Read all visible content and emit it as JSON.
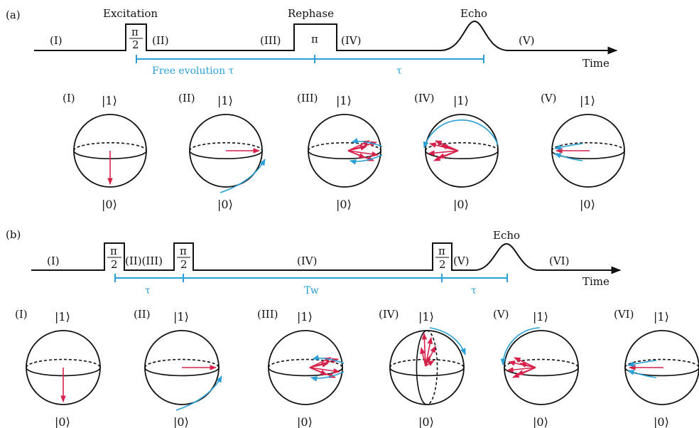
{
  "panel_a": {
    "label": "(a)",
    "pulse_labels": {
      "excitation": "Excitation",
      "rephase": "Rephase",
      "echo": "Echo"
    },
    "pulse_glyphs": {
      "pi_over_2_num": "π",
      "pi_over_2_den": "2",
      "pi": "π"
    },
    "stage_labels": [
      "(I)",
      "(II)",
      "(III)",
      "(IV)",
      "(V)"
    ],
    "time_label": "Time",
    "intervals": [
      "Free evolution τ",
      "τ"
    ],
    "spheres": [
      {
        "label": "(I)",
        "top": "|1⟩",
        "bottom": "|0⟩"
      },
      {
        "label": "(II)",
        "top": "|1⟩",
        "bottom": "|0⟩"
      },
      {
        "label": "(III)",
        "top": "|1⟩",
        "bottom": "|0⟩"
      },
      {
        "label": "(IV)",
        "top": "|1⟩",
        "bottom": "|0⟩"
      },
      {
        "label": "(V)",
        "top": "|1⟩",
        "bottom": "|0⟩"
      }
    ]
  },
  "panel_b": {
    "label": "(b)",
    "pulse_labels": {
      "echo": "Echo"
    },
    "pulse_glyphs": {
      "num": "π",
      "den": "2"
    },
    "stage_labels": [
      "(I)",
      "(II)(III)",
      "(IV)",
      "(V)",
      "(VI)"
    ],
    "time_label": "Time",
    "intervals": [
      "τ",
      "Tw",
      "τ"
    ],
    "spheres": [
      {
        "label": "(I)",
        "top": "|1⟩",
        "bottom": "|0⟩"
      },
      {
        "label": "(II)",
        "top": "|1⟩",
        "bottom": "|0⟩"
      },
      {
        "label": "(III)",
        "top": "|1⟩",
        "bottom": "|0⟩"
      },
      {
        "label": "(IV)",
        "top": "|1⟩",
        "bottom": "|0⟩"
      },
      {
        "label": "(V)",
        "top": "|1⟩",
        "bottom": "|0⟩"
      },
      {
        "label": "(VI)",
        "top": "|1⟩",
        "bottom": "|0⟩"
      }
    ]
  },
  "colors": {
    "arrow": "#d6224a",
    "rotation": "#2a9fd6",
    "line": "#111111"
  }
}
